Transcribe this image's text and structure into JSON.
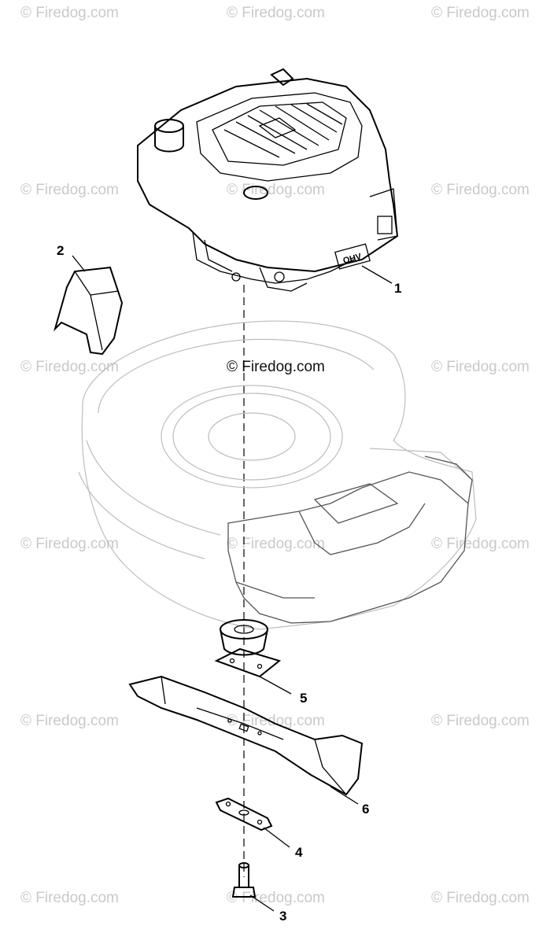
{
  "watermark": {
    "text": "© Firedog.com",
    "center_text": "© Firedog.com"
  },
  "callouts": [
    {
      "id": "1",
      "label": "1",
      "part": "engine"
    },
    {
      "id": "2",
      "label": "2",
      "part": "chute-flap"
    },
    {
      "id": "3",
      "label": "3",
      "part": "blade-bolt"
    },
    {
      "id": "4",
      "label": "4",
      "part": "blade-washer"
    },
    {
      "id": "5",
      "label": "5",
      "part": "blade-adapter"
    },
    {
      "id": "6",
      "label": "6",
      "part": "blade"
    }
  ],
  "engine": {
    "badge": "OHV"
  },
  "colors": {
    "line": "#000000",
    "ghost": "#bdbdbd",
    "watermark": "#c9c9c9"
  }
}
